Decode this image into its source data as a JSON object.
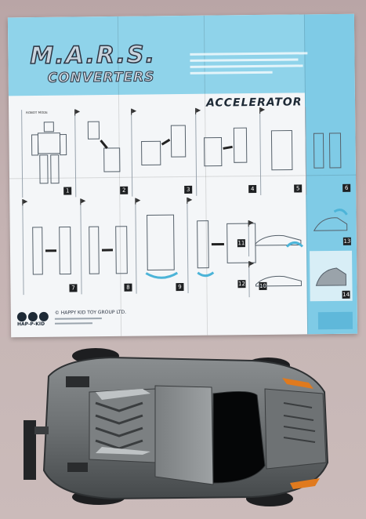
{
  "sheet": {
    "brand_title": "M.A.R.S.",
    "brand_subtitle": "CONVERTERS",
    "product_name": "ACCELERATOR",
    "robot_mode_label": "ROBOT MODE",
    "maker_name": "HAP-P-KID",
    "copyright": "© HAPPY KID TOY GROUP LTD.",
    "steps": [
      "1",
      "2",
      "3",
      "4",
      "5",
      "6",
      "7",
      "8",
      "9",
      "10",
      "11",
      "12",
      "13",
      "14"
    ]
  },
  "colors": {
    "sheet_blue": "#8fd3ea",
    "sheet_band": "#7fcbe6",
    "paper": "#f4f6f8",
    "car_body": "#6e7274",
    "car_accent": "#e07a1e"
  }
}
